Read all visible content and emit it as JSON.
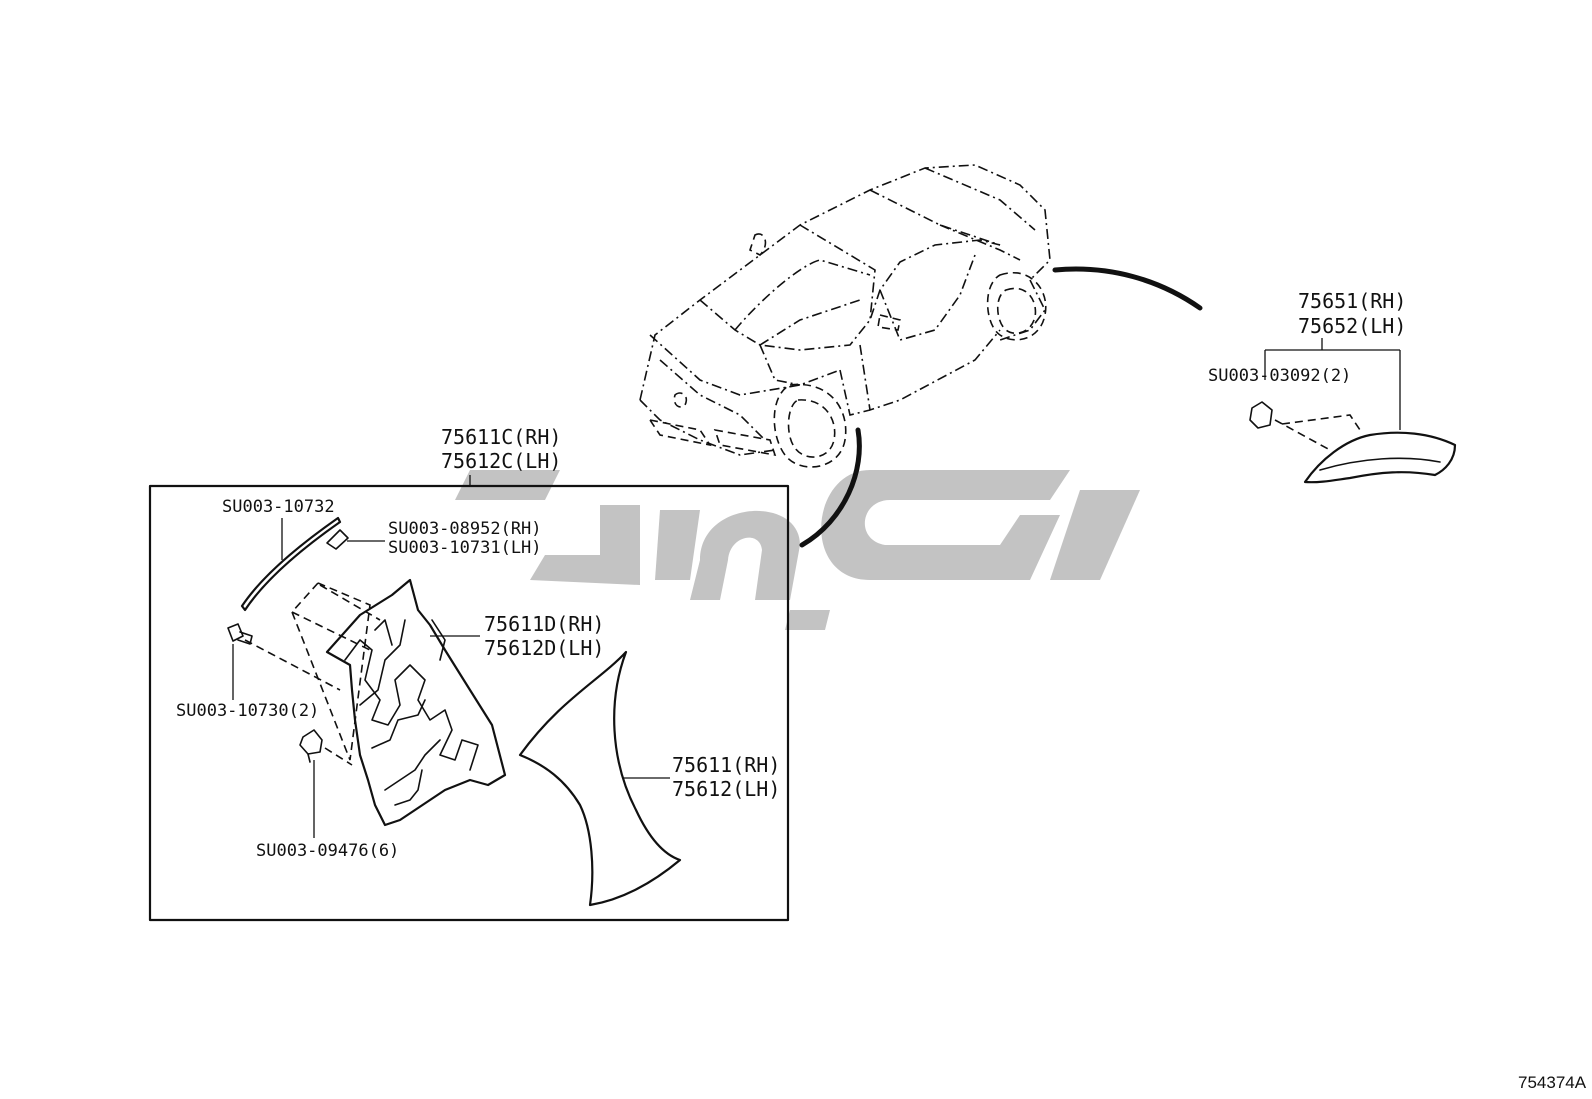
{
  "diagram": {
    "reference_code": "754374A",
    "parts": {
      "side_panel_rh": "75611C(RH)",
      "side_panel_lh": "75612C(LH)",
      "fastener_top": "SU003-10732",
      "clip_rh": "SU003-08952(RH)",
      "clip_lh": "SU003-10731(LH)",
      "base_rh": "75611D(RH)",
      "base_lh": "75612D(LH)",
      "screw": "SU003-10730(2)",
      "clip_lower": "SU003-09476(6)",
      "garnish_rh": "75611(RH)",
      "garnish_lh": "75612(LH)",
      "rear_rh": "75651(RH)",
      "rear_lh": "75652(LH)",
      "rear_clip": "SU003-03092(2)"
    }
  },
  "icons": {
    "car": "car-outline-icon",
    "watermark": "watermark-logo-icon"
  }
}
